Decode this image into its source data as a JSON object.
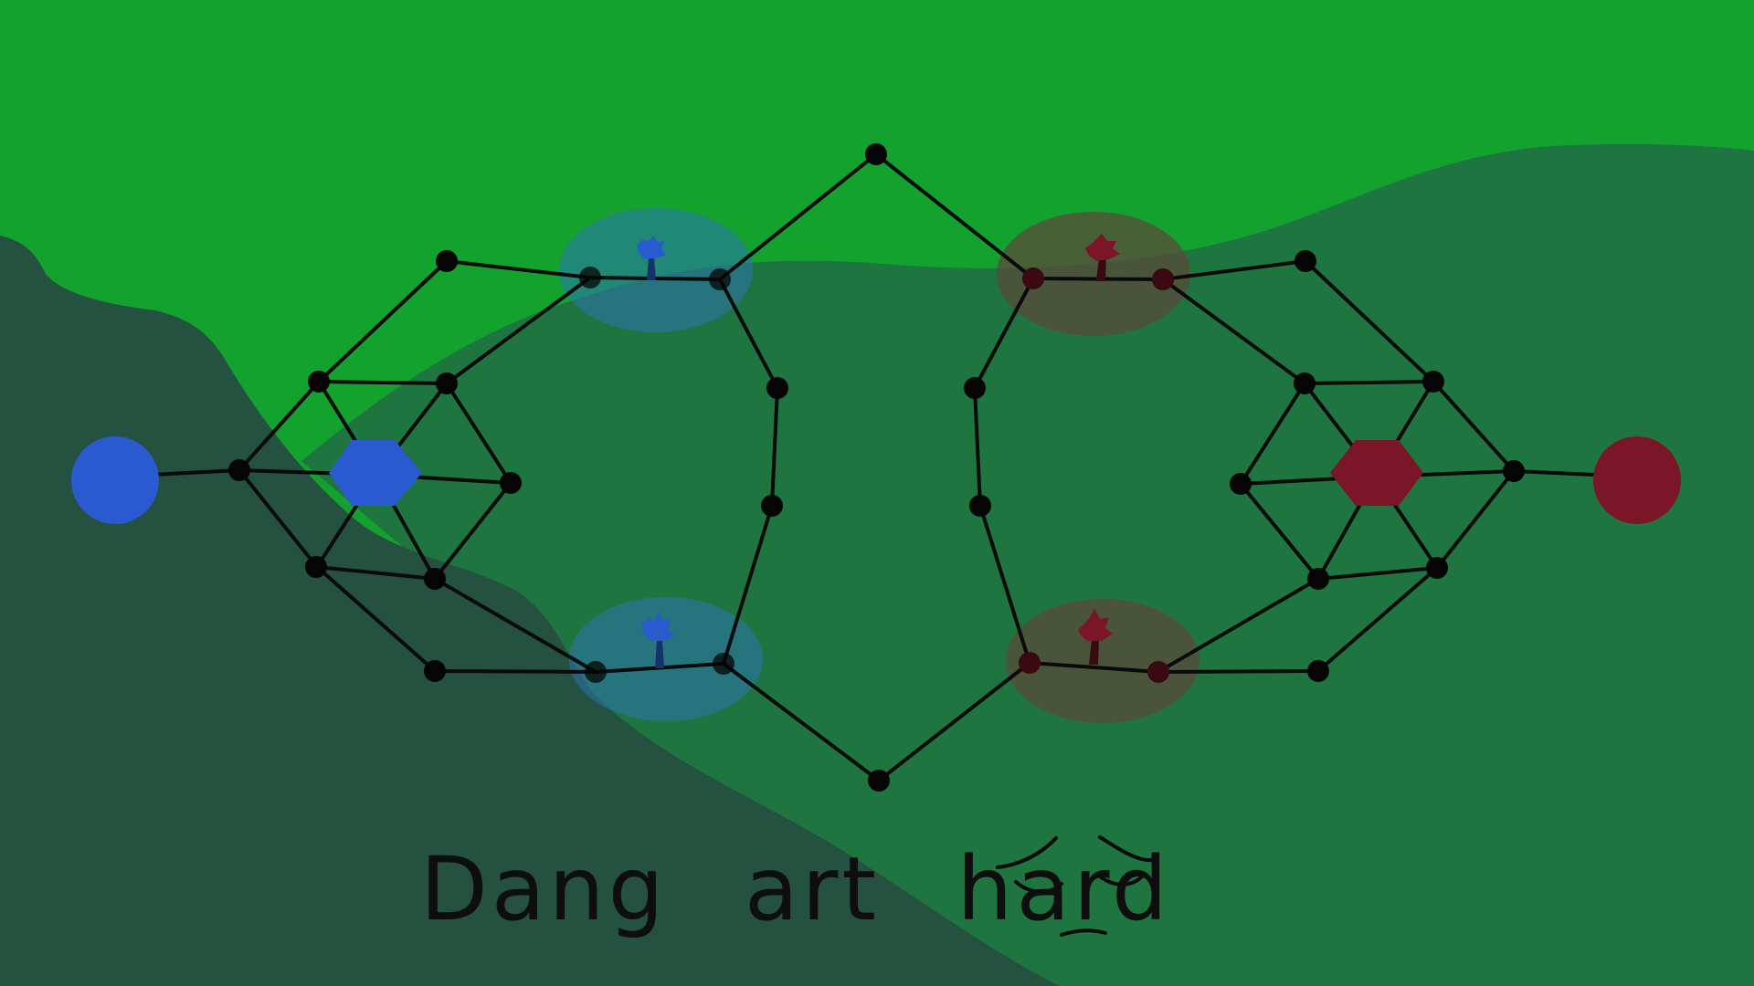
{
  "caption": "Dang art hard",
  "colors": {
    "sky_green": "#14a22f",
    "hill_mid": "#1f7540",
    "hill_dark": "#255140",
    "blue_team": "#2a5ad0",
    "red_team": "#7a1628",
    "blue_zone": "#2a73b0",
    "red_zone": "#5a4a3a",
    "node": "#050505",
    "path": "#0a0a0a"
  },
  "map": {
    "teams": [
      "blue",
      "red"
    ],
    "objectives": [
      {
        "team": "blue",
        "icon": "flag-icon"
      },
      {
        "team": "blue",
        "icon": "flag-icon"
      },
      {
        "team": "red",
        "icon": "flag-icon"
      },
      {
        "team": "red",
        "icon": "flag-icon"
      }
    ],
    "bases": [
      {
        "team": "blue",
        "icon": "hexagon-base-icon"
      },
      {
        "team": "red",
        "icon": "hexagon-base-icon"
      }
    ],
    "spawns": [
      {
        "team": "blue",
        "icon": "spawn-circle-icon"
      },
      {
        "team": "red",
        "icon": "spawn-circle-icon"
      }
    ]
  },
  "doodle": {
    "icon": "sleepy-face-icon"
  }
}
